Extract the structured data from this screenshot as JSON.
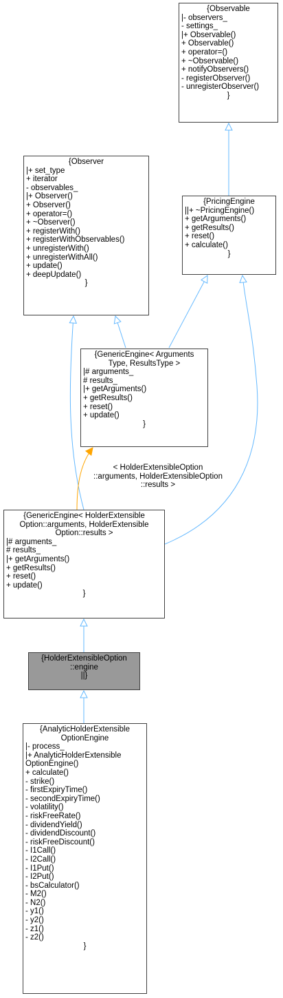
{
  "nodes": {
    "observable": {
      "lines": [
        "{Observable",
        "|- observers_",
        "- settings_",
        "|+ Observable()",
        "+ Observable()",
        "+ operator=()",
        "+ ~Observable()",
        "+ notifyObservers()",
        "- registerObserver()",
        "- unregisterObserver()",
        "}"
      ]
    },
    "observer": {
      "lines": [
        "{Observer",
        "|+ set_type",
        "+ iterator",
        "- observables_",
        "|+ Observer()",
        "+ Observer()",
        "+ operator=()",
        "+ ~Observer()",
        "+ registerWith()",
        "+ registerWithObservables()",
        "+ unregisterWith()",
        "+ unregisterWithAll()",
        "+ update()",
        "+ deepUpdate()",
        "}"
      ]
    },
    "pricing_engine": {
      "lines": [
        "{PricingEngine",
        "||+ ~PricingEngine()",
        "+ getArguments()",
        "+ getResults()",
        "+ reset()",
        "+ calculate()",
        "}"
      ]
    },
    "generic_engine_template": {
      "lines": [
        "{GenericEngine< Arguments",
        "Type, ResultsType >",
        "|# arguments_",
        "# results_",
        "|+ getArguments()",
        "+ getResults()",
        "+ reset()",
        "+ update()",
        "}"
      ]
    },
    "generic_engine_holder": {
      "lines": [
        "{GenericEngine< HolderExtensible",
        "Option::arguments, HolderExtensible",
        "Option::results >",
        "|# arguments_",
        "# results_",
        "|+ getArguments()",
        "+ getResults()",
        "+ reset()",
        "+ update()",
        "}"
      ]
    },
    "holder_engine": {
      "lines": [
        "{HolderExtensibleOption",
        "::engine",
        "||}"
      ]
    },
    "analytic_engine": {
      "lines": [
        "{AnalyticHolderExtensible",
        "OptionEngine",
        "|- process_",
        "|+ AnalyticHolderExtensible",
        "OptionEngine()",
        "+ calculate()",
        "- strike()",
        "- firstExpiryTime()",
        "- secondExpiryTime()",
        "- volatility()",
        "- riskFreeRate()",
        "- dividendYield()",
        "- dividendDiscount()",
        "- riskFreeDiscount()",
        "- I1Call()",
        "- I2Call()",
        "- I1Put()",
        "- I2Put()",
        "- bsCalculator()",
        "- M2()",
        "- N2()",
        "- y1()",
        "- y2()",
        "- z1()",
        "- z2()",
        "}"
      ]
    }
  },
  "edge_label": {
    "lines": [
      "< HolderExtensibleOption",
      "::arguments, HolderExtensibleOption",
      "::results >"
    ]
  },
  "colors": {
    "inheritance": "#63B8FF",
    "template": "#FFA500",
    "border": "#404040",
    "focus_fill": "#999999"
  }
}
